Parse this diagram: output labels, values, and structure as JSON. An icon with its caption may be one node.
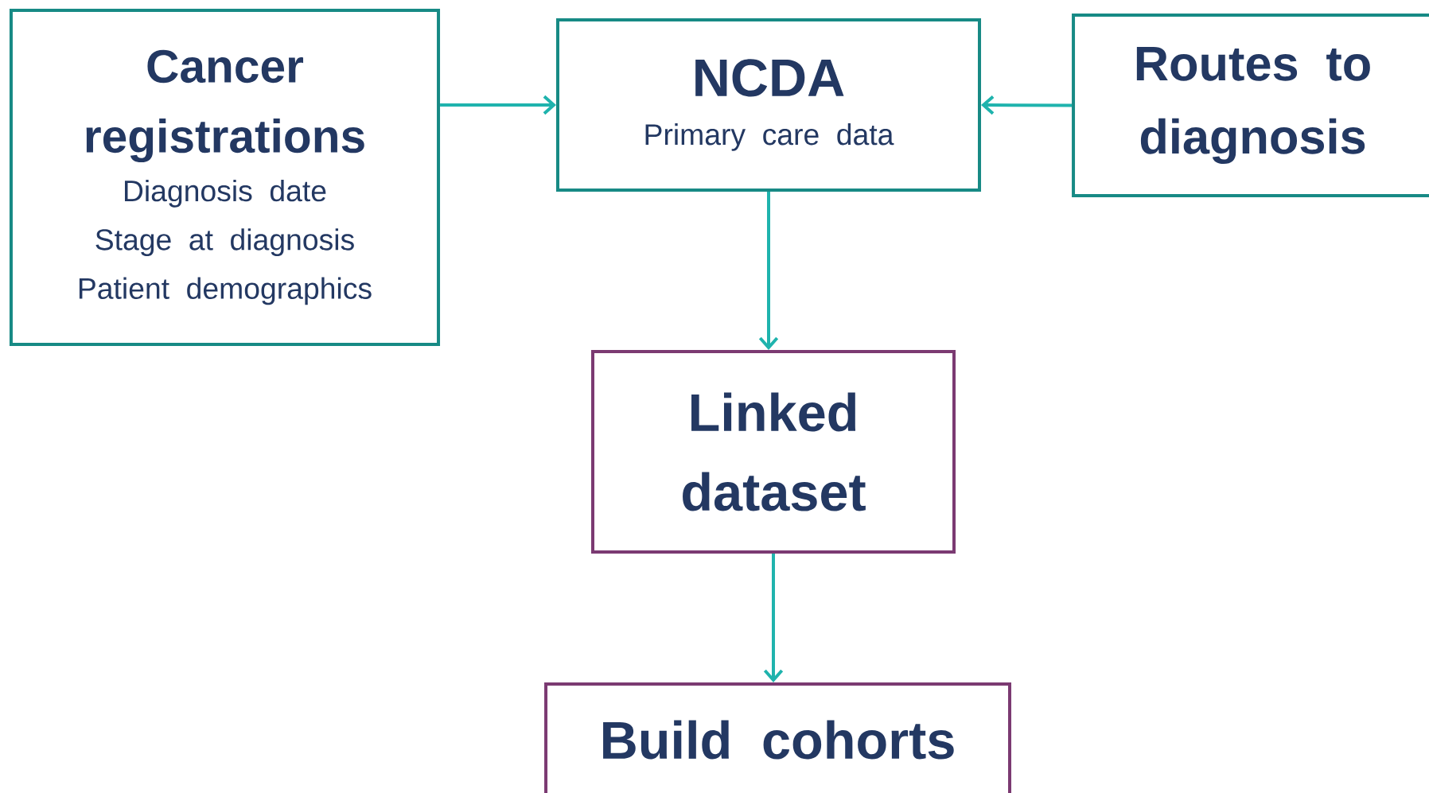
{
  "diagram": {
    "nodes": [
      {
        "text": [
          "Cancer registrations",
          "Diagnosis date",
          "Stage at diagnosis",
          "Patient demographics"
        ]
      },
      {
        "text": [
          "NCDA",
          "Primary care data"
        ]
      },
      {
        "text": [
          "Routes to diagnosis"
        ]
      },
      {
        "text": [
          "Linked dataset"
        ]
      },
      {
        "text": [
          "Build cohorts"
        ]
      }
    ],
    "edges": [
      {
        "from": 0,
        "to": 1,
        "arrow": "to"
      },
      {
        "from": 2,
        "to": 1,
        "arrow": "to"
      },
      {
        "from": 1,
        "to": 3,
        "arrow": "to"
      },
      {
        "from": 3,
        "to": 4,
        "arrow": "to"
      }
    ]
  }
}
